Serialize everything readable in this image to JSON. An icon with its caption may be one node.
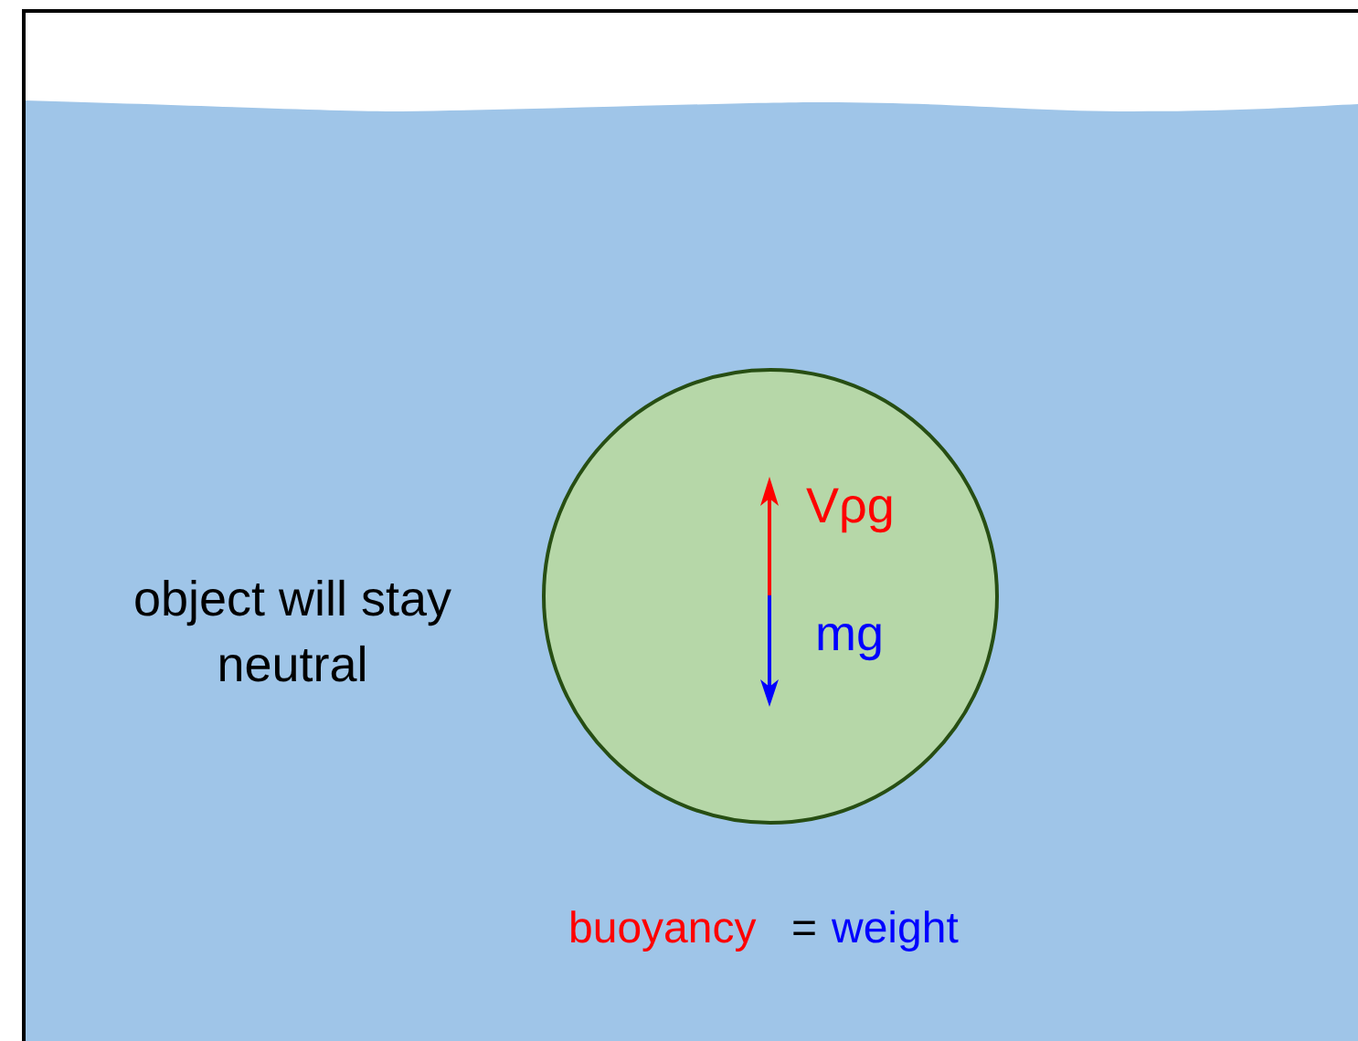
{
  "diagram": {
    "nodes": [
      {
        "text": [
          "Vρg",
          "mg"
        ]
      }
    ],
    "labels": [
      "object will stay neutral",
      "buoyancy",
      "=",
      "weight"
    ]
  }
}
